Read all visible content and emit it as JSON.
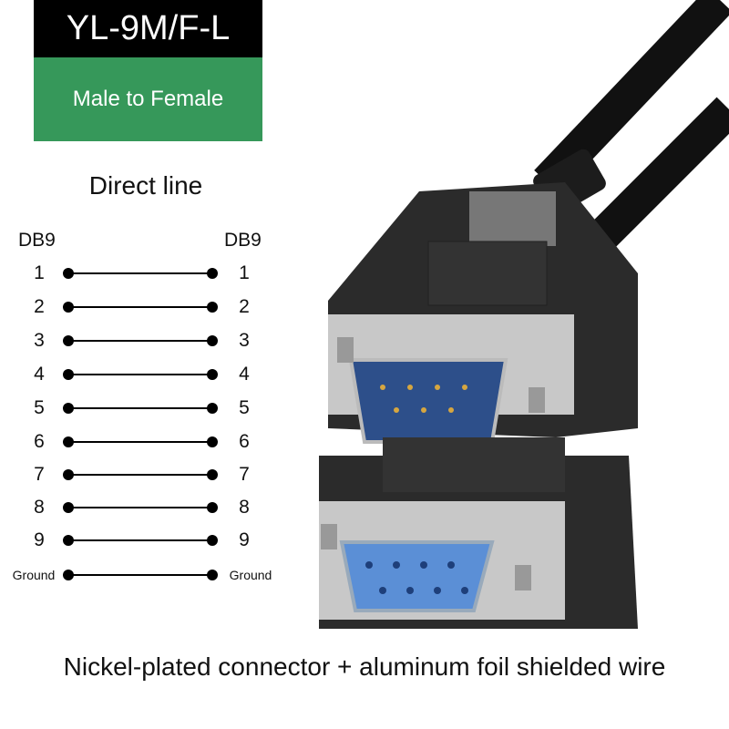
{
  "model": "YL-9M/F-L",
  "type": "Male to Female",
  "diagram": {
    "title": "Direct line",
    "left_header": "DB9",
    "right_header": "DB9",
    "pins": [
      "1",
      "2",
      "3",
      "4",
      "5",
      "6",
      "7",
      "8",
      "9",
      "Ground"
    ]
  },
  "footer": "Nickel-plated connector + aluminum foil shielded wire",
  "colors": {
    "header_bg": "#000000",
    "accent_green": "#36985a",
    "connector_body": "#2a2a2a",
    "male_insert": "#2d4f8a",
    "female_insert": "#5b8fd6"
  }
}
